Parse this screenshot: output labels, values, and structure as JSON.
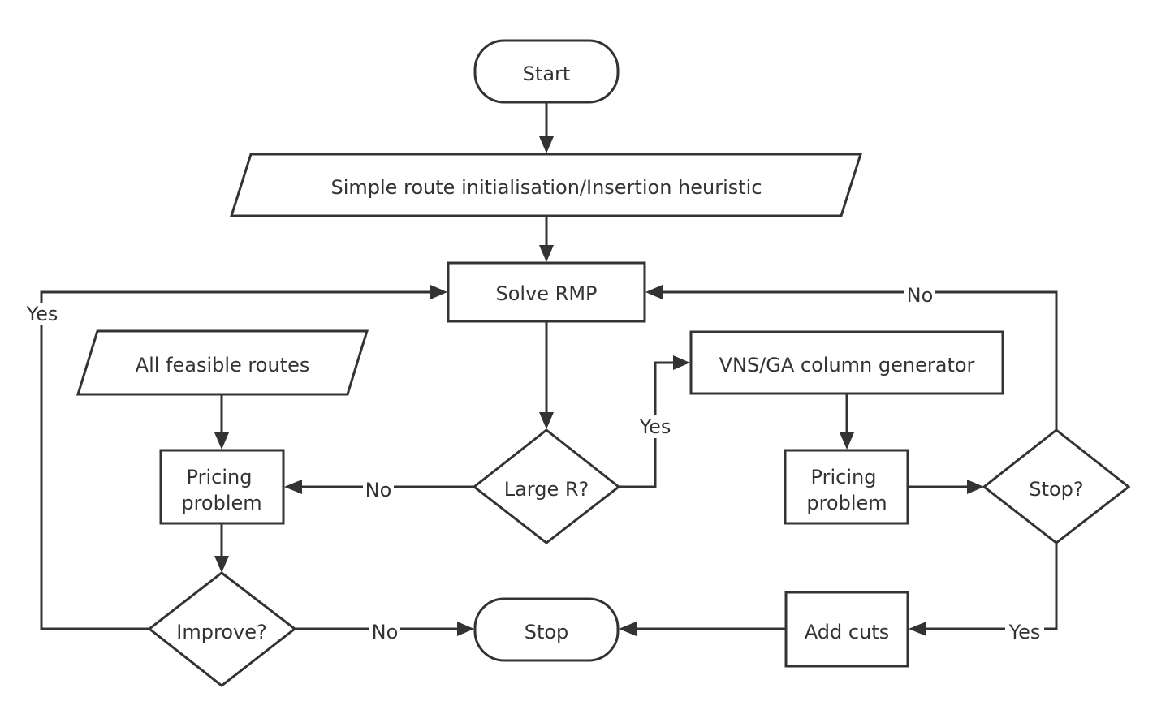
{
  "nodes": {
    "start": "Start",
    "init": "Simple route initialisation/Insertion heuristic",
    "solve_rmp": "Solve RMP",
    "all_routes": "All feasible routes",
    "vns_ga": "VNS/GA column generator",
    "pricing_left_line1": "Pricing",
    "pricing_left_line2": "problem",
    "large_r": "Large R?",
    "pricing_right_line1": "Pricing",
    "pricing_right_line2": "problem",
    "stop_q": "Stop?",
    "improve": "Improve?",
    "stop": "Stop",
    "add_cuts": "Add cuts"
  },
  "edge_labels": {
    "yes_left": "Yes",
    "no_right_top": "No",
    "yes_large_r": "Yes",
    "no_large_r": "No",
    "no_improve": "No",
    "yes_stop": "Yes"
  }
}
